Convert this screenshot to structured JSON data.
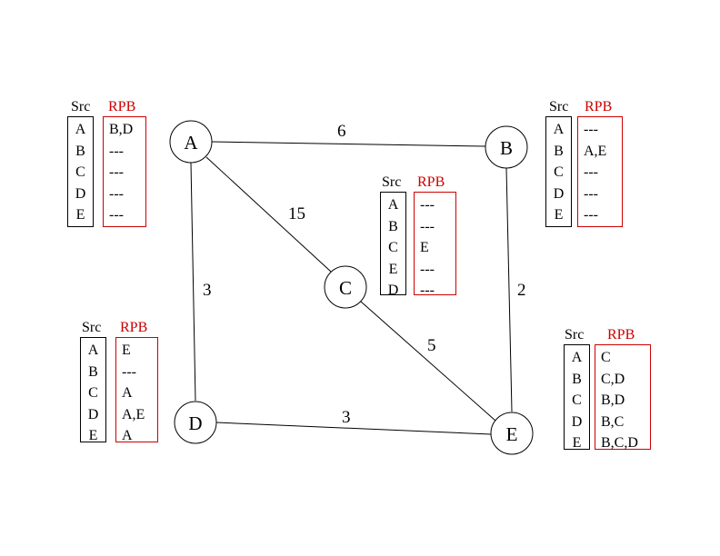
{
  "nodes": [
    {
      "id": "A",
      "label": "A"
    },
    {
      "id": "B",
      "label": "B"
    },
    {
      "id": "C",
      "label": "C"
    },
    {
      "id": "D",
      "label": "D"
    },
    {
      "id": "E",
      "label": "E"
    }
  ],
  "edges": [
    {
      "from": "A",
      "to": "B",
      "weight": "6"
    },
    {
      "from": "A",
      "to": "C",
      "weight": "15"
    },
    {
      "from": "A",
      "to": "D",
      "weight": "3"
    },
    {
      "from": "B",
      "to": "E",
      "weight": "2"
    },
    {
      "from": "C",
      "to": "E",
      "weight": "5"
    },
    {
      "from": "D",
      "to": "E",
      "weight": "3"
    }
  ],
  "tables": {
    "A": {
      "src_header": "Src",
      "rpb_header": "RPB",
      "src": [
        "A",
        "B",
        "C",
        "D",
        "E"
      ],
      "rpb": [
        "B,D",
        "---",
        "---",
        "---",
        "---"
      ]
    },
    "B": {
      "src_header": "Src",
      "rpb_header": "RPB",
      "src": [
        "A",
        "B",
        "C",
        "D",
        "E"
      ],
      "rpb": [
        "---",
        "A,E",
        "---",
        "---",
        "---"
      ]
    },
    "C": {
      "src_header": "Src",
      "rpb_header": "RPB",
      "src": [
        "A",
        "B",
        "C",
        "E",
        "D"
      ],
      "rpb": [
        "---",
        "---",
        "E",
        "---",
        "---"
      ]
    },
    "D": {
      "src_header": "Src",
      "rpb_header": "RPB",
      "src": [
        "A",
        "B",
        "C",
        "D",
        "E"
      ],
      "rpb": [
        "E",
        "---",
        "A",
        "A,E",
        "A"
      ]
    },
    "E": {
      "src_header": "Src",
      "rpb_header": "RPB",
      "src": [
        "A",
        "B",
        "C",
        "D",
        "E"
      ],
      "rpb": [
        "C",
        "C,D",
        "B,D",
        "B,C",
        "B,C,D"
      ]
    }
  },
  "colors": {
    "rpb": "#cc0000",
    "line": "#000000"
  }
}
